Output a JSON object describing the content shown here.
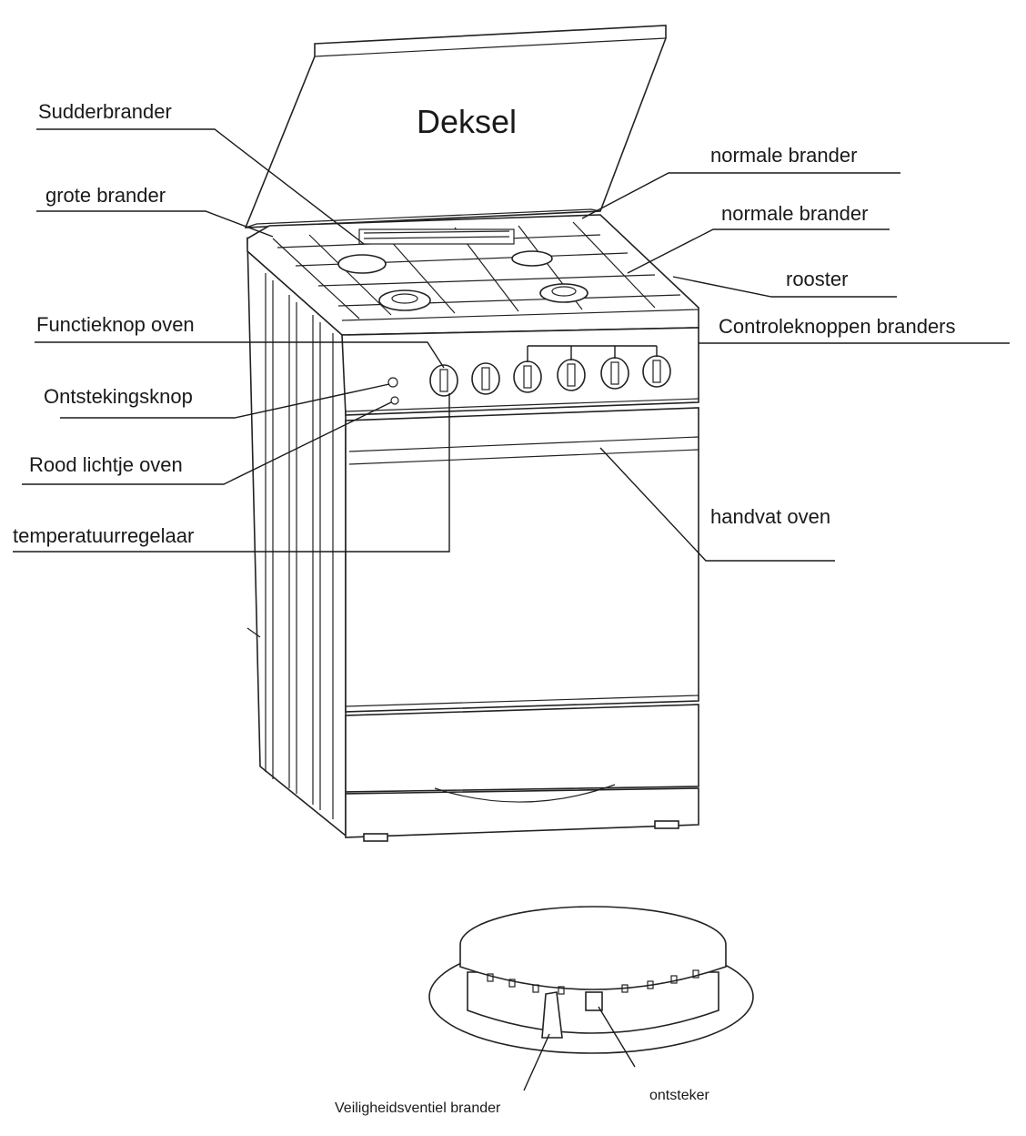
{
  "labels": {
    "deksel": "Deksel",
    "sudderbrander": "Sudderbrander",
    "grote_brander": "grote brander",
    "normale_brander_1": "normale brander",
    "normale_brander_2": "normale brander",
    "rooster": "rooster",
    "functieknop_oven": "Functieknop oven",
    "controleknoppen_branders": "Controleknoppen branders",
    "ontstekingsknop": "Ontstekingsknop",
    "rood_lichtje_oven": "Rood lichtje oven",
    "temperatuurregelaar": "temperatuurregelaar",
    "handvat_oven": "handvat oven",
    "veiligheidsventiel_brander": "Veiligheidsventiel brander",
    "ontsteker": "ontsteker"
  }
}
